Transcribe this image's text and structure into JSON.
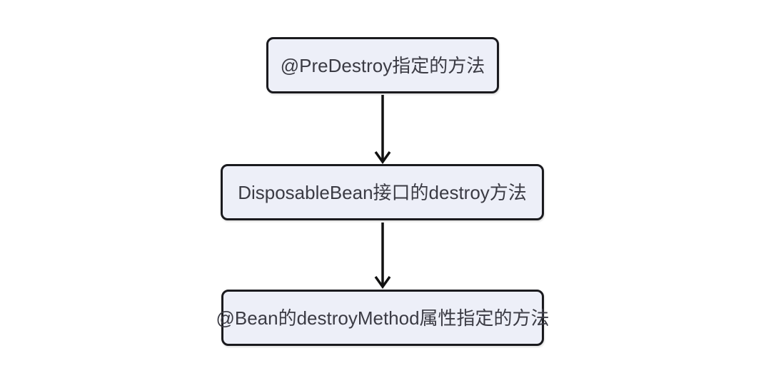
{
  "diagram": {
    "type": "flowchart",
    "direction": "top-down",
    "background_color": "#ffffff",
    "node_fill_color": "#edeff8",
    "node_border_color": "#1a1a1e",
    "node_text_color": "#3b3b44",
    "arrow_color": "#111111",
    "nodes": [
      {
        "id": "predestroy-method",
        "label": "@PreDestroy指定的方法"
      },
      {
        "id": "disposablebean-destroy",
        "label": "DisposableBean接口的destroy方法"
      },
      {
        "id": "bean-destroymethod",
        "label": "@Bean的destroyMethod属性指定的方法"
      }
    ],
    "edges": [
      {
        "from": "predestroy-method",
        "to": "disposablebean-destroy"
      },
      {
        "from": "disposablebean-destroy",
        "to": "bean-destroymethod"
      }
    ]
  }
}
